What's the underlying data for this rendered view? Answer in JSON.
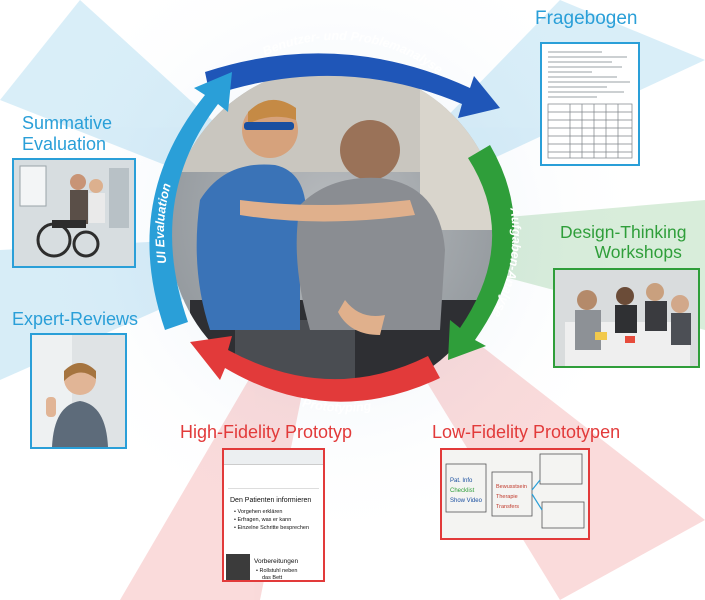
{
  "cycle": {
    "arcs": [
      {
        "label": "Benutzer- und Problemanalyse",
        "color": "#1f56b8"
      },
      {
        "label": "Aufgaben-Analyse",
        "color": "#2f9e3a"
      },
      {
        "label": "Prototyping",
        "color": "#e23a3a"
      },
      {
        "label": "UI Evaluation",
        "color": "#2a9fd8"
      }
    ]
  },
  "methods": {
    "fragebogen": {
      "label": "Fragebogen",
      "color": "#2a9fd8"
    },
    "design_thinking": {
      "line1": "Design-Thinking",
      "line2": "Workshops",
      "color": "#2f9e3a"
    },
    "low_fidelity": {
      "label": "Low-Fidelity Prototypen",
      "color": "#e23a3a"
    },
    "high_fidelity": {
      "label": "High-Fidelity Prototyp",
      "color": "#e23a3a"
    },
    "expert_reviews": {
      "label": "Expert-Reviews",
      "color": "#2a9fd8"
    },
    "summative": {
      "line1": "Summative",
      "line2": "Evaluation",
      "color": "#2a9fd8"
    }
  },
  "hifi_prototype": {
    "heading": "Den Patienten informieren",
    "bullets": [
      "Vorgehen erklären",
      "Erfragen, was er kann",
      "Einzelne Schritte besprechen"
    ],
    "section2_title": "Vorbereitungen",
    "section2_bullets": [
      "Rollstuhl neben",
      "das Bett"
    ]
  },
  "lofi_sketch": {
    "left_card": [
      "Pat. Info",
      "Checklist",
      "Show Video"
    ],
    "middle_items": [
      "Bewusstsein",
      "Therapie",
      "Transfers"
    ]
  }
}
